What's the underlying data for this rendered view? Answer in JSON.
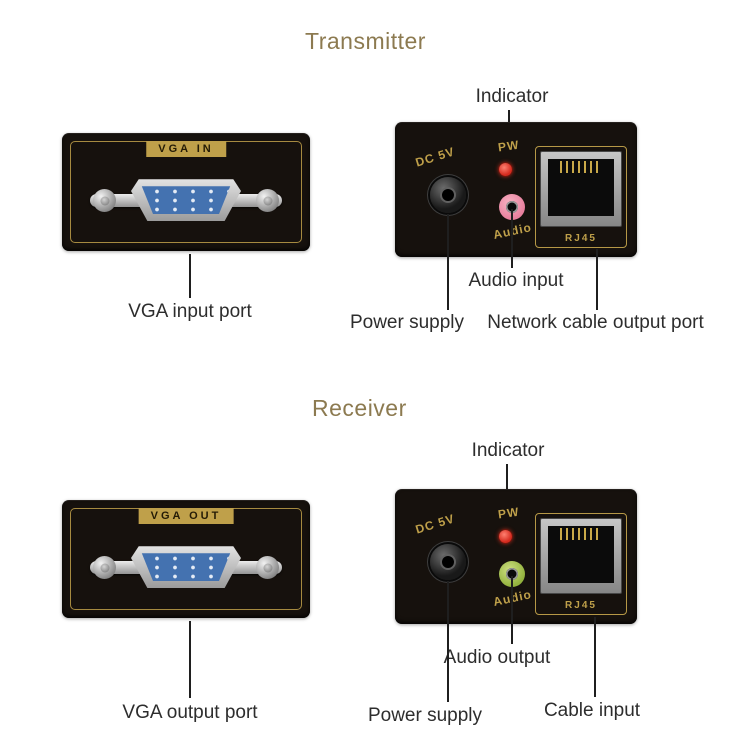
{
  "colors": {
    "gold": "#bfa04a",
    "title": "#8c7a50",
    "text": "#2d2d2d",
    "led_red": "#d42a1e",
    "audio_input_pink": "#e87f9d",
    "audio_output_green": "#93b23d",
    "vga_blue": "#4472b0",
    "device_black": "#16110d"
  },
  "transmitter": {
    "title": "Transmitter",
    "indicator_caption": "Indicator",
    "vga_unit": {
      "port_label": "VGA IN",
      "caption": "VGA input port"
    },
    "extender_unit": {
      "dc_label": "DC 5V",
      "pw_label": "PW",
      "audio_label": "Audio",
      "rj45_label": "RJ45",
      "audio_caption": "Audio input",
      "power_caption": "Power supply",
      "network_caption": "Network cable output port"
    }
  },
  "receiver": {
    "title": "Receiver",
    "indicator_caption": "Indicator",
    "vga_unit": {
      "port_label": "VGA OUT",
      "caption": "VGA output port"
    },
    "extender_unit": {
      "dc_label": "DC 5V",
      "pw_label": "PW",
      "audio_label": "Audio",
      "rj45_label": "RJ45",
      "audio_caption": "Audio output",
      "power_caption": "Power supply",
      "network_caption": "Cable input"
    }
  }
}
